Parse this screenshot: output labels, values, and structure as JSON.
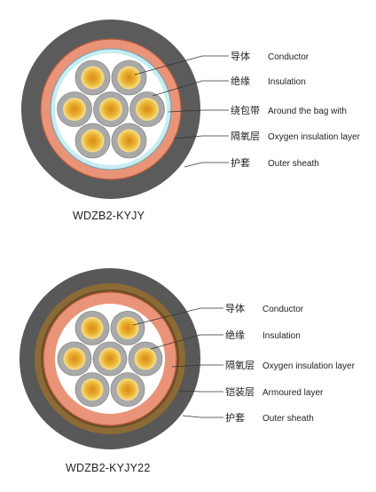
{
  "diagrams": [
    {
      "model": "WDZB2-KYJY",
      "labels": [
        {
          "zh": "导体",
          "en": "Conductor"
        },
        {
          "zh": "绝缘",
          "en": "Insulation"
        },
        {
          "zh": "绕包带",
          "en": "Around the bag with"
        },
        {
          "zh": "隔氧层",
          "en": "Oxygen insulation layer"
        },
        {
          "zh": "护套",
          "en": "Outer sheath"
        }
      ]
    },
    {
      "model": "WDZB2-KYJY22",
      "labels": [
        {
          "zh": "导体",
          "en": "Conductor"
        },
        {
          "zh": "绝缘",
          "en": "Insulation"
        },
        {
          "zh": "隔氧层",
          "en": "Oxygen insulation layer"
        },
        {
          "zh": "铠装层",
          "en": "Armoured layer"
        },
        {
          "zh": "护套",
          "en": "Outer sheath"
        }
      ]
    }
  ],
  "colors": {
    "outer_sheath": "#5a5a5a",
    "oxygen_layer": "#e9957a",
    "wrap_tape": "#c7ecef",
    "armour": "#8a6a36",
    "insulation": "#a9a9a9",
    "conductor_core": "#e0a020",
    "conductor_edge": "#f6dc7a"
  }
}
